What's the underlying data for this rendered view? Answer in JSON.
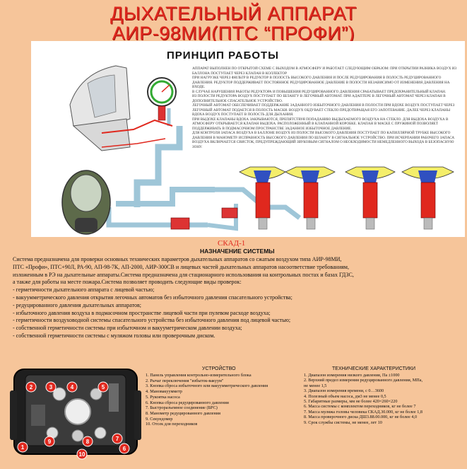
{
  "header": {
    "line1": "ДЫХАТЕЛЬНЫЙ АППАРАТ",
    "line2": "АИР-98МИ(ПТС “ПРОФИ”)"
  },
  "principle": {
    "title": "ПРИНЦИП РАБОТЫ",
    "paragraphs": [
      "АППАРАТ ВЫПОЛНЕН ПО ОТКРЫТОЙ СХЕМЕ С ВЫХОДОМ В АТМОСФЕРУ И РАБОТАЕТ СЛЕДУЮЩИМ ОБРАЗОМ: ПРИ ОТКРЫТИИ РАЗНИКА ВОЗДУХ ИЗ БАЛЛОНА ПОСТУПАЕТ ЧЕРЕЗ КЛАПАН В КОЛЛЕКТОР",
      "ПРИ НАГРУЗКЕ ЧЕРЕЗ ФИЛЬТР В РЕДУКТОР В ПОЛОСТЬ ВЫСОКОГО ДАВЛЕНИЯ И ПОСЛЕ РЕДУЦИРОВАНИЯ В ПОЛОСТЬ РЕДУЦИРОВАННОГО ДАВЛЕНИЯ. РЕДУКТОР ПОДДЕРЖИВАЕТ ПОСТОЯННОЕ РЕДУЦИРОВАННОЕ ДАВЛЕНИЕ В ПОЛОСТИ НЕЗАВИСИМО ОТ ИЗМЕНЕНИЯ ДАВЛЕНИЯ НА ВХОДЕ.",
      "В СЛУЧАЕ НАРУШЕНИЯ РАБОТЫ РЕДУКТОРА И ПОВЫШЕНИЯ РЕДУЦИРОВАННОГО ДАВЛЕНИЯ СРАБАТЫВАЕТ ПРЕДОХРАНИТЕЛЬНЫЙ КЛАПАН.",
      "ИЗ ПОЛОСТИ РЕДУКТОРА ВОЗДУХ ПОСТУПАЕТ ПО ШЛАНГУ В ЛЕГОЧНЫЙ АВТОМАТ. ПРИ АДАПТЕРЕ В ЛЕГОЧНЫЙ АВТОМАТ ЧЕРЕЗ КЛАПАН В ДОПОЛНИТЕЛЬНОЕ СПАСАТЕЛЬНОЕ УСТРОЙСТВО.",
      "ЛЕГОЧНЫЙ АВТОМАТ ОБЕСПЕЧИВАЕТ ПОДДЕРЖАНИЕ ЗАДАННОГО ИЗБЫТОЧНОГО ДАВЛЕНИЯ В ПОЛОСТИ ПРИ ВДОХЕ ВОЗДУХ ПОСТУПАЕТ ЧЕРЕЗ ЛЕГОЧНЫЙ АВТОМАТ ПОДАЕТСЯ В ПОЛОСТЬ МАСКИ. ВОЗДУХ ОБДУВАЕТ СТЕКЛО ПРЕДОТВРАЩАЯ ЕГО ЗАПОТЕВАНИЕ. ДАЛЕЕ ЧЕРЕЗ КЛАПАНЫ ВДОХА ВОЗДУХ ПОСТУПАЕТ В ПОЛОСТЬ ДЛЯ ДЫХАНИЯ.",
      "ПРИ ВЫДОХЕ КЛАПАНЫ ВДОХА ЗАКРЫВАЮТСЯ, ПРЕПЯТСТВУЯ ПОПАДАНИЮ ВЫДЫХАЕМОГО ВОЗДУХА НА СТЕКЛО. ДЛЯ ВЫДОХА ВОЗДУХА В АТМОСФЕРУ ОТКРЫВАЕТСЯ КЛАПАН ВЫДОХА. РАСПОЛОЖЕННЫЙ В КЛАПАННОЙ КОРОБКЕ. КЛАПАН В МАСКЕ С ПРУЖИНОЙ ПОЗВОЛЯЕТ ПОДДЕРЖИВАТЬ В ПОДМАСОЧНОМ ПРОСТРАНСТВЕ ЗАДАННОЕ ИЗБЫТОЧНОЕ ДАВЛЕНИЕ.",
      "ДЛЯ КОНТРОЛЯ ЗАПАСА ВОЗДУХА В БАЛЛОНЕ ВОЗДУХ ИЗ ПОЛОСТИ ВЫСОКОГО ДАВЛЕНИЯ ПОСТУПАЕТ ПО КАПИЛЛЯРНОЙ ТРУБКЕ ВЫСОКОГО ДАВЛЕНИЯ В МАНОМЕТР. ИСПРАВНОСТЬ ВЫСОКОГО ДАВЛЕНИЯ ПО ШЛАНГУ В СИГНАЛЬНОЕ УСТРОЙСТВО. ПРИ ИСЧЕРПАНИИ РАБОЧЕГО ЗАПАСА ВОЗДУХА ВКЛЮЧАЕТСЯ СВИСТОК, ПРЕДУПРЕЖДАЮЩИЙ ЗВУКОВЫМ СИГНАЛОМ О НЕОБХОДИМОСТИ НЕМЕДЛЕННОГО ВЫХОДА В БЕЗОПАСНУЮ ЗОНУ."
    ]
  },
  "skad_label": "СКАД-1",
  "purpose": {
    "heading": "НАЗНАЧЕНИЕ СИСТЕМЫ",
    "lines": [
      "Система предназначена для проверки основных технических параметров дыхательных аппаратов со сжатым воздухом типа АИР-98МИ,",
      "ПТС «Профи», ПТС+90Л, РА-90, АП-98-7К, АП-2000, АИР-300СВ и лицевых частей дыхательных аппаратов насоответствие требованиям,",
      "изложенным в РЭ на дыхательные аппараты.Система предназначена для стационарного использования на контрольных постах и базах ГДЗС,",
      "а также для работы на месте пожара.Система позволяет проводить следующие виды проверок:",
      "- герметичности дыхательного аппарата с лицевой частью;",
      "- вакуумметрического давления открытия легочных автоматов без избыточного давления спасательного устройства;",
      "- редуцированного давления дыхательных аппаратов;",
      "- избыточного давления воздуха в подмасочном пространстве лицевой части при пулевом расходе воздуха;",
      "- герметичности воздуховодной системы спасательного устройства без избыточного давления под лицевой частью;",
      "- собственной герметичности системы при избыточном и вакууметрическом давлении воздуха;",
      "- собственной герметичности системы с муляжом головы или проверочным диском."
    ]
  },
  "device": {
    "heading": "УСТРОЙСТВО",
    "items": [
      "1. Панель управления контрольно-измерительного блока",
      "2. Рычаг переключения \"избыток-вакуум\"",
      "3. Кнопка сброса избыточного или вакуумметрического давления",
      "4. Мановакуумметр",
      "5. Рукоятка насоса",
      "6. Кнопка сброса редуцированного давления",
      "7. Быстроразъемное соединение (БРС)",
      "8. Манометр редуцированного давления",
      "9. Секундомер",
      "10. Отсек для переходников"
    ],
    "callouts": [
      "1",
      "2",
      "3",
      "4",
      "5",
      "6",
      "7",
      "8",
      "9",
      "10"
    ]
  },
  "specs": {
    "heading": "ТЕХНИЧЕСКИЕ ХАРАКТЕРИСТИКИ",
    "items": [
      "1. Диапазон измерения низкого давления, Па ±1000",
      "2. Верхний предел измерения редуцированного давления, МПа,",
      "не менее 1,5",
      "3. Диапазон измерения времени, с 0…3600",
      "4. Полезный объем насоса, дм3 не менее 0,5",
      "5. Габаритные размеры, мм не более 420×260×220",
      "6. Масса системы с комплектом переходников, кг не более 7",
      "7. Масса муляжа головы человека СКАД.30.000, кг не более 1,8",
      "8. Масса проверочного диска ДШ3.88.00.000, кг не более 4,0",
      "9. Срок службы системы, не менее, лет 10"
    ]
  },
  "colors": {
    "background": "#f6c59a",
    "title_red": "#e0281e",
    "panel_white": "#ffffff",
    "hose_blue": "#9fc6d8",
    "mask_yellow": "#f4ee6a"
  }
}
